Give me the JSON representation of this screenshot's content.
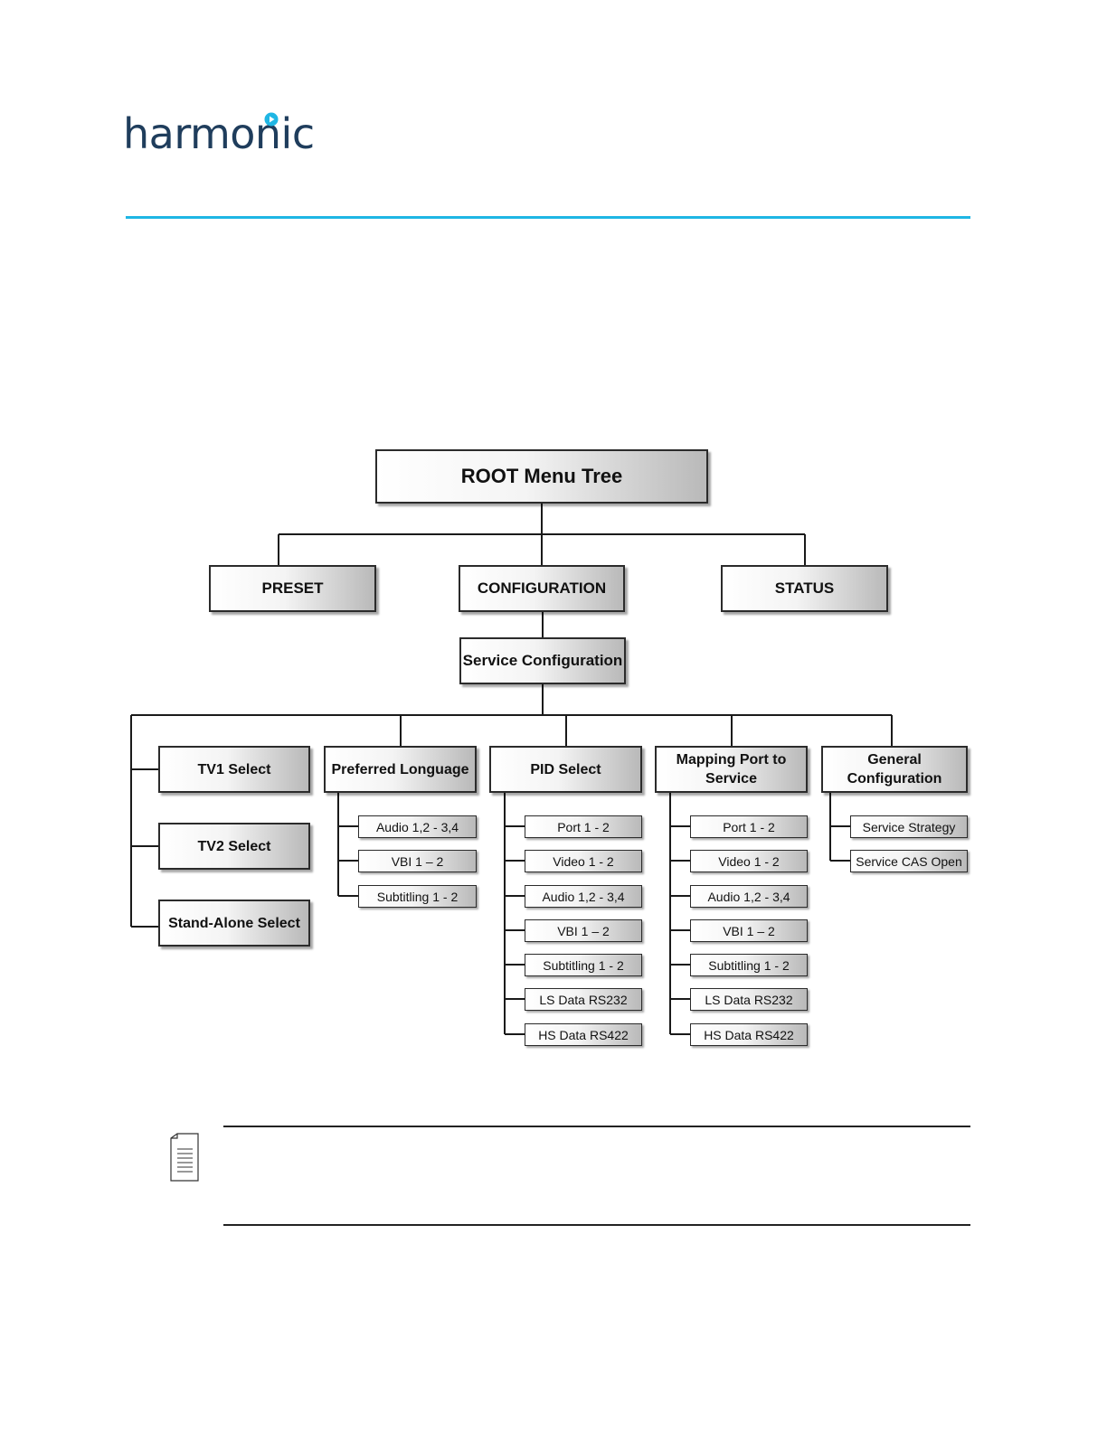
{
  "brand": {
    "logo_text": "harmonic",
    "accent_color": "#1fb6e4",
    "text_color": "#1f3d5c"
  },
  "diagram": {
    "root": "ROOT Menu Tree",
    "level1": [
      "PRESET",
      "CONFIGURATION",
      "STATUS"
    ],
    "level2": "Service Configuration",
    "selects": [
      "TV1 Select",
      "TV2 Select",
      "Stand-Alone Select"
    ],
    "columns": [
      {
        "title": "Preferred Longuage",
        "items": [
          "Audio 1,2 - 3,4",
          "VBI 1 – 2",
          "Subtitling 1 - 2"
        ]
      },
      {
        "title": "PID Select",
        "items": [
          "Port 1 - 2",
          "Video 1 - 2",
          "Audio 1,2 - 3,4",
          "VBI 1 – 2",
          "Subtitling 1 - 2",
          "LS Data RS232",
          "HS Data RS422"
        ]
      },
      {
        "title_line1": "Mapping Port to",
        "title_line2": "Service",
        "items": [
          "Port 1 - 2",
          "Video 1 - 2",
          "Audio 1,2 - 3,4",
          "VBI 1 – 2",
          "Subtitling 1 - 2",
          "LS Data RS232",
          "HS Data RS422"
        ]
      },
      {
        "title": "General Configuration",
        "items": [
          "Service Strategy",
          "Service CAS Open"
        ]
      }
    ]
  },
  "note": {
    "icon": "note-document-icon",
    "text": ""
  }
}
